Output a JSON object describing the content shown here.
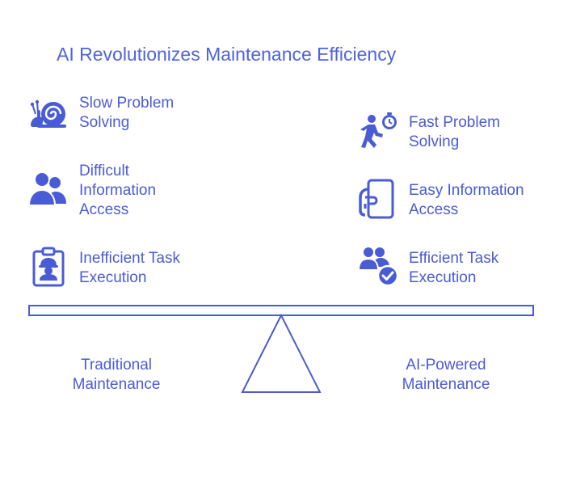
{
  "title": "AI Revolutionizes Maintenance Efficiency",
  "left_items": [
    {
      "icon": "snail-icon",
      "label": "Slow Problem\nSolving"
    },
    {
      "icon": "users-icon",
      "label": "Difficult\nInformation\nAccess"
    },
    {
      "icon": "clipboard-worker-icon",
      "label": "Inefficient Task\nExecution"
    }
  ],
  "right_items": [
    {
      "icon": "running-person-stopwatch-icon",
      "label": "Fast Problem\nSolving"
    },
    {
      "icon": "mobile-phone-hand-icon",
      "label": "Easy Information\nAccess"
    },
    {
      "icon": "users-check-icon",
      "label": "Efficient Task\nExecution"
    }
  ],
  "labels": {
    "left": "Traditional\nMaintenance",
    "right": "AI-Powered\nMaintenance"
  },
  "colors": {
    "accent": "#4a5bd6",
    "title": "#4f63e0"
  }
}
